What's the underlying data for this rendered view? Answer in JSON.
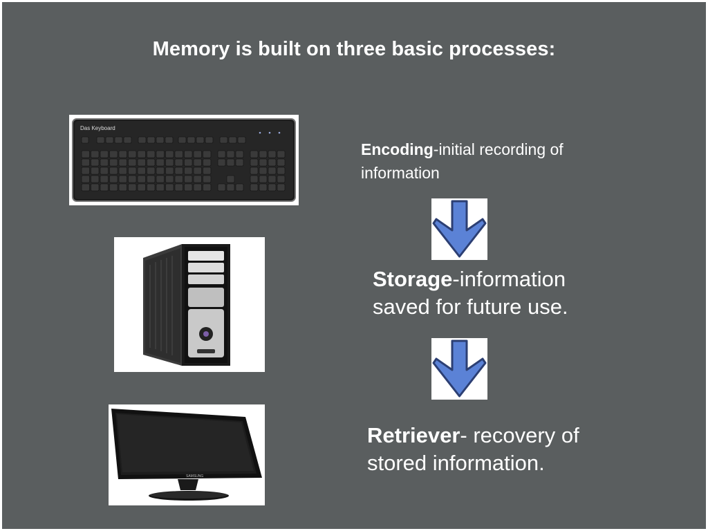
{
  "slide": {
    "title": "Memory is built on three basic processes:"
  },
  "keyboard": {
    "brand": "Das Keyboard"
  },
  "monitor": {
    "brand": "SAMSUNG"
  },
  "steps": [
    {
      "term": "Encoding",
      "definition": "-initial recording of information"
    },
    {
      "term": "Storage",
      "definition": "-information saved for future use."
    },
    {
      "term": "Retriever",
      "definition": "- recovery of stored information."
    }
  ],
  "colors": {
    "background": "#5a5e5f",
    "arrow_fill": "#5b82d6",
    "arrow_stroke": "#2c3f73"
  },
  "icons": {
    "arrow": "down-arrow-icon"
  }
}
